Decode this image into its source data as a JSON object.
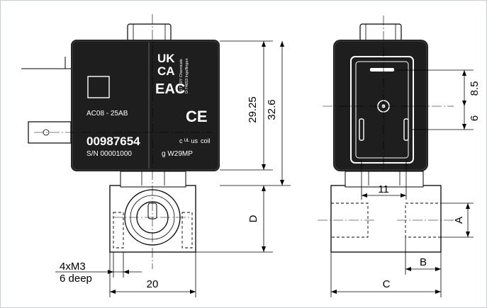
{
  "device_label": {
    "uk_line1": "UK",
    "uk_line2": "CA",
    "eac": "EAC",
    "ce": "CE",
    "ul_mark": "c ᵁᴸ us",
    "coil": "coil",
    "manufacturer_line1": "GLT 10Y Chemicals",
    "manufacturer_line2": "D-74653 Ingelfingen",
    "ac_code": "AC08 - 25AB",
    "part_number": "00987654",
    "serial": "S/N 00001000",
    "type_code": "g  W29MP"
  },
  "dimensions": {
    "height_coil": "29.25",
    "height_total": "32.6",
    "d": "D",
    "thread_line1": "4xM3",
    "thread_line2": "6 deep",
    "width_body": "20",
    "plug_top": "8.5",
    "plug_pin": "6",
    "port_spacing": "11",
    "a": "A",
    "b": "B",
    "c": "C"
  },
  "colors": {
    "coil": "#1e1e1e",
    "body": "#ffffff",
    "line": "#000000",
    "frame": "#c8cdd8"
  }
}
